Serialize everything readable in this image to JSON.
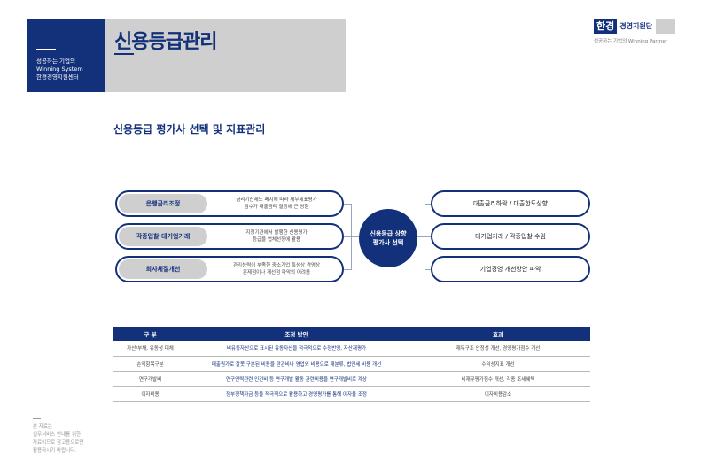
{
  "header": {
    "brand_lines": [
      "성공하는 기업의",
      "Winning System",
      "한경경영지원센터"
    ],
    "page_title": "신용등급관리"
  },
  "logo": {
    "mark": "한경",
    "name": "경영지원단",
    "subtitle": "성공하는 기업의 Winning Partner"
  },
  "section": {
    "title": "신용등급 평가사 선택 및 지표관리"
  },
  "diagram": {
    "factors": [
      {
        "label": "은행금리조정",
        "desc": [
          "금리기산제도 폐지에 따라 재무제표평가",
          "점수가 대출금리 결정에 큰 영향"
        ]
      },
      {
        "label": "각종입찰·대기업거래",
        "desc": [
          "지정기관에서 발행한 신용평가",
          "등급을 업체선정에 활용"
        ]
      },
      {
        "label": "회사체질개선",
        "desc": [
          "관리능력이 부족한 중소기업 특성상 경영상",
          "문제점이나 개선점 파악의 어려움"
        ]
      }
    ],
    "center": [
      "신용등급 상향",
      "평가사 선택"
    ],
    "results": [
      "대출금리하락 / 대출한도상향",
      "대기업거래 / 각종입찰 수임",
      "기업경영 개선방안 파악"
    ]
  },
  "table": {
    "headers": [
      "구  분",
      "조정 방안",
      "효과"
    ],
    "rows": [
      {
        "category": "자산/부채, 유동성 대체",
        "method": "비유동자산으로 표시된 유동자산을 적극적으로 수정반영, 자산재평가",
        "effect": "재무구조 안정성 개선, 경영평가점수 개선"
      },
      {
        "category": "손익항목구분",
        "method": "매출원가로 잘못 구분된 비용을 판관비나 영업외 비용으로 재분류, 법인세 비용 개선",
        "effect": "수익성지표 개선"
      },
      {
        "category": "연구개발비",
        "method": "연구인력관련 인건비 등 연구개발 활동 관련비용을 연구개발비로 계상",
        "effect": "비재무평가점수 개선, 각종 조세혜택"
      },
      {
        "category": "이자비용",
        "method": "정부정책자금 등을 적극적으로 활용하고 경영평가를 통해 이자율 조정",
        "effect": "이자비용감소"
      }
    ]
  },
  "footnote": [
    "본 자료는",
    "실무서비스 안내를 위한",
    "자료이므로 참고용으로만",
    "활용하시기 바랍니다."
  ]
}
